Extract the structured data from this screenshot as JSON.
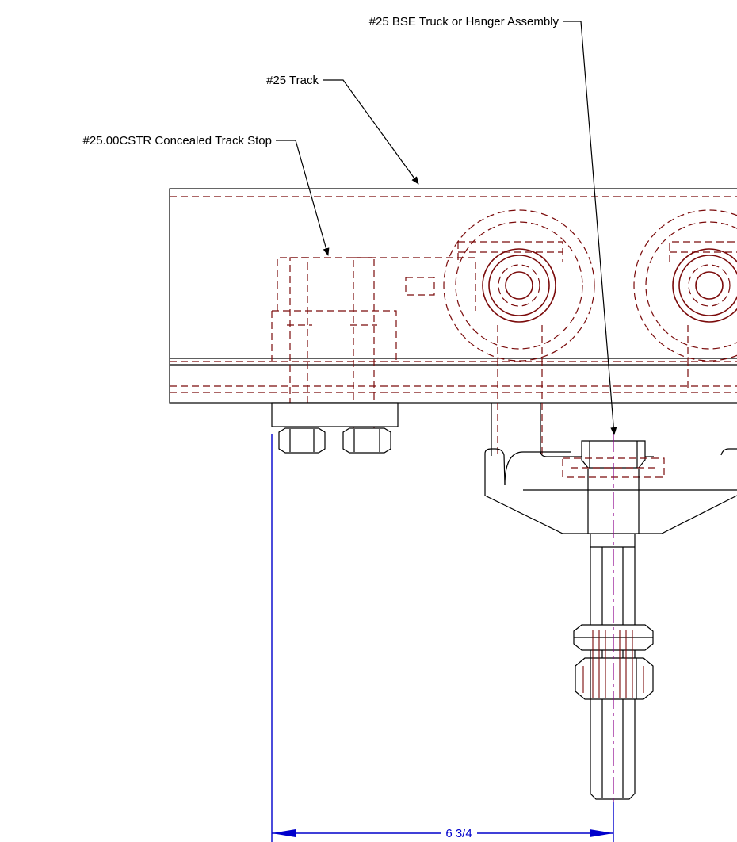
{
  "callouts": {
    "truck": "#25 BSE Truck or Hanger Assembly",
    "track": "#25 Track",
    "stop": "#25.00CSTR Concealed Track Stop"
  },
  "dimension": {
    "value": "6 3/4"
  },
  "colors": {
    "outline": "#000000",
    "hidden_lines": "#7a0a0a",
    "dimension": "#0000cc",
    "centerline": "#8b008b"
  }
}
